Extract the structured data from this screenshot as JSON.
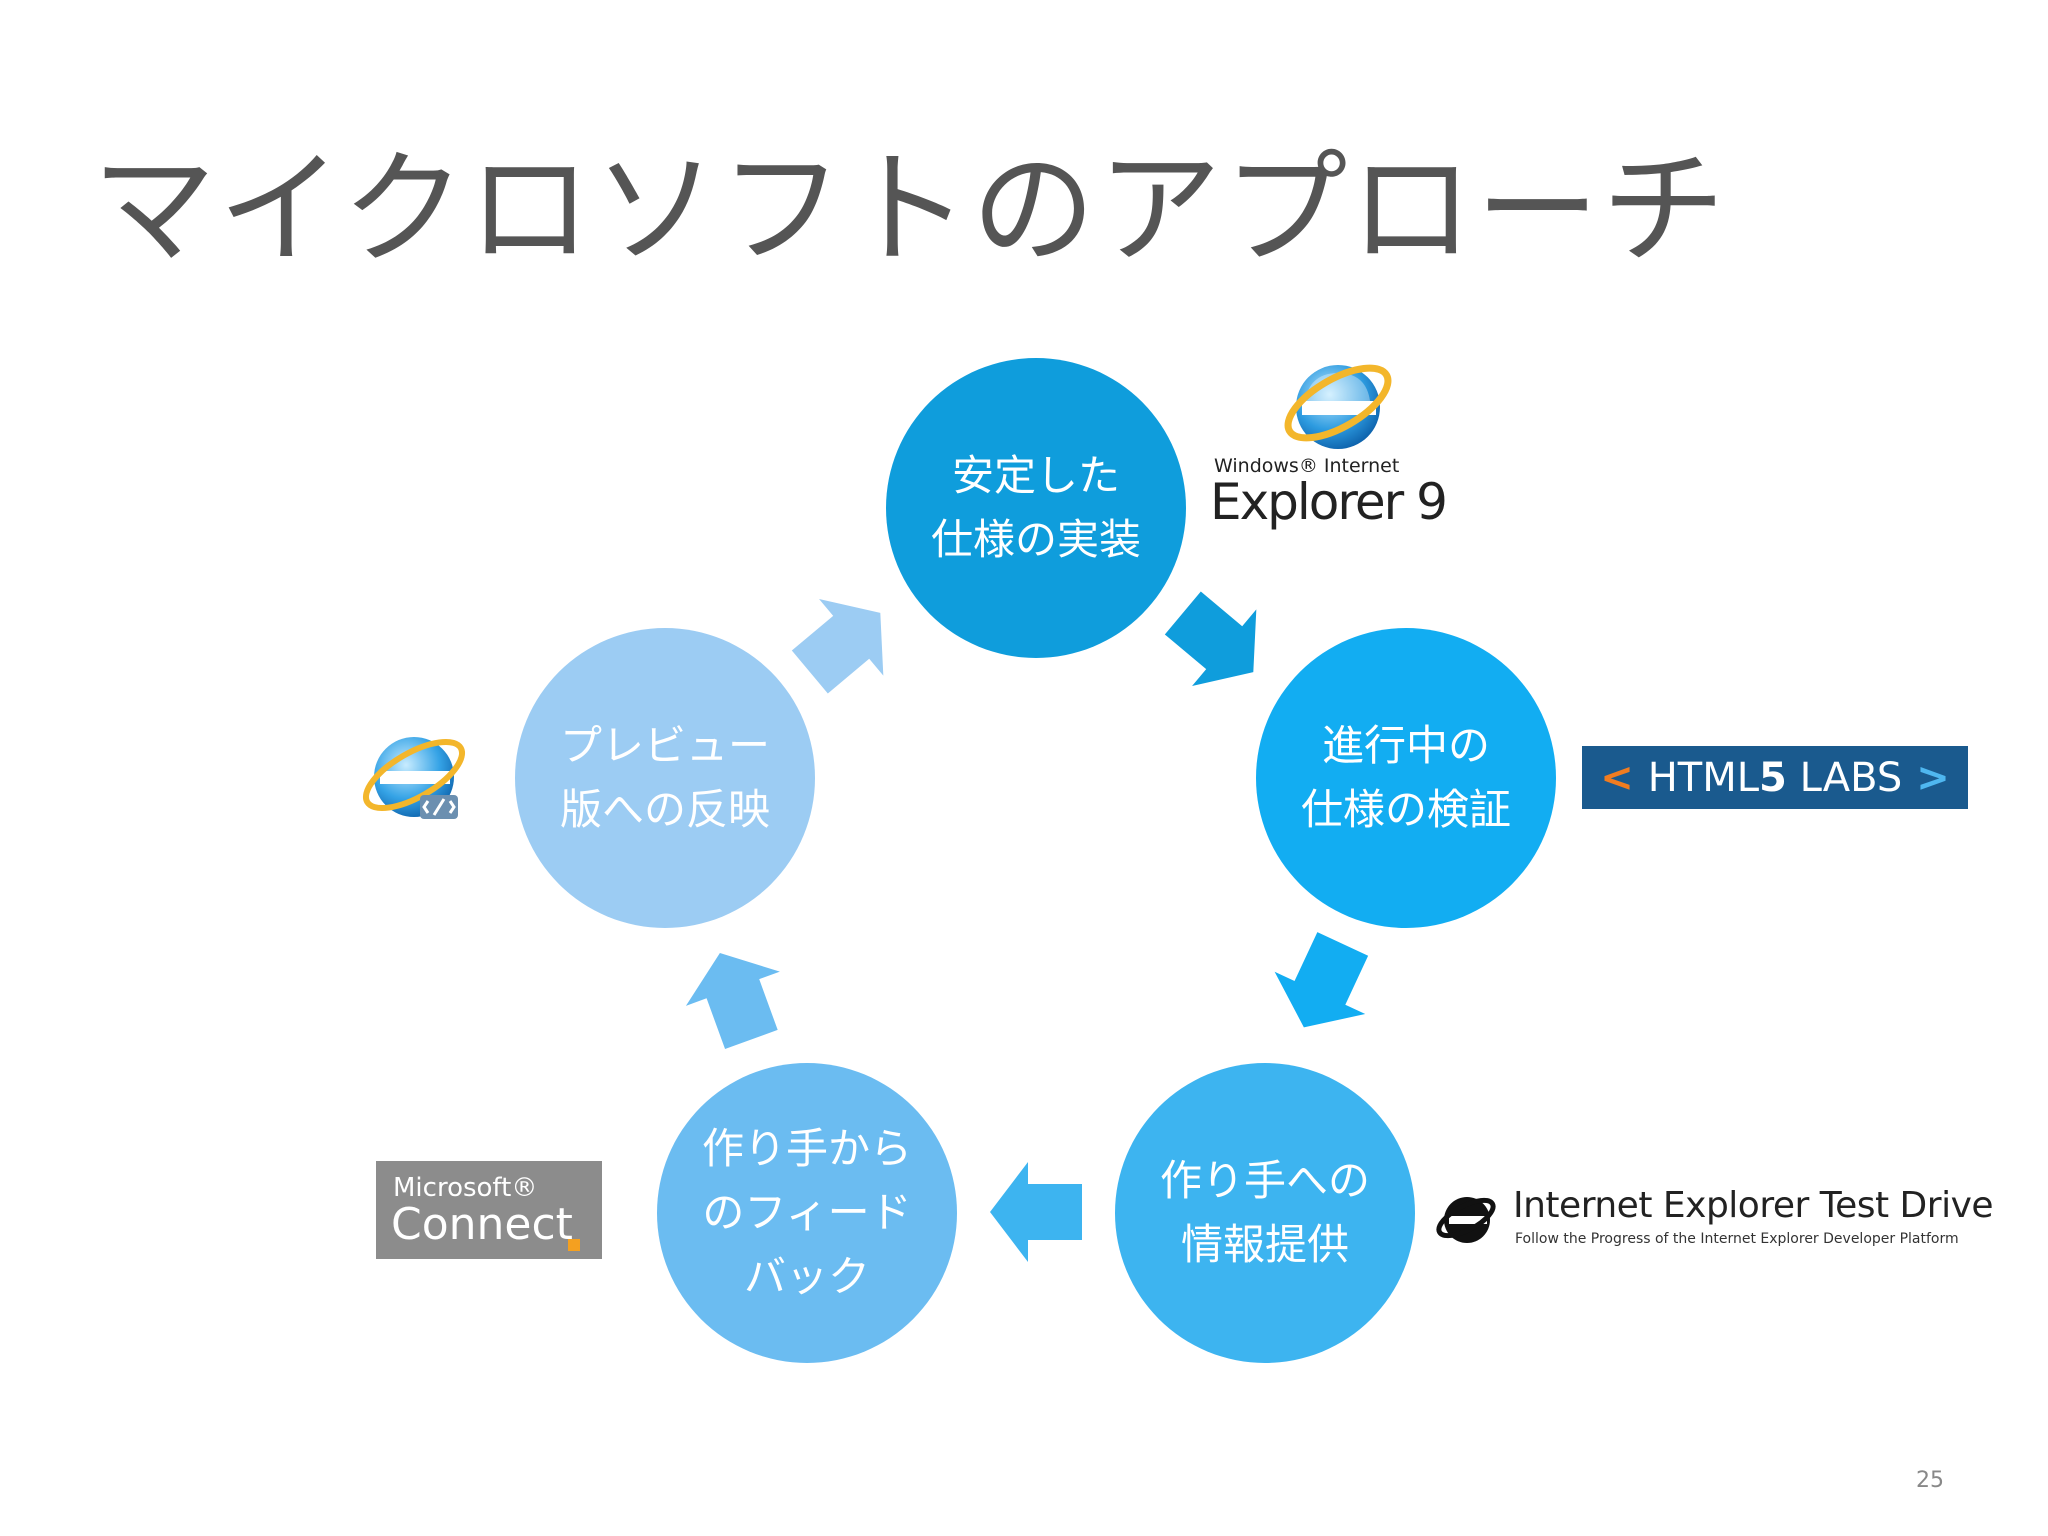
{
  "title": "マイクロソフトのアプローチ",
  "cycle_nodes": [
    {
      "lines": [
        "安定した",
        "仕様の実装"
      ]
    },
    {
      "lines": [
        "進行中の",
        "仕様の検証"
      ]
    },
    {
      "lines": [
        "作り手への",
        "情報提供"
      ]
    },
    {
      "lines": [
        "作り手から",
        "のフィード",
        "バック"
      ]
    },
    {
      "lines": [
        "プレビュー",
        "版への反映"
      ]
    }
  ],
  "logos": {
    "ie9": {
      "line1": "Windows® Internet",
      "line2": "Explorer 9"
    },
    "html5labs": {
      "lt": "<",
      "text": "HTML",
      "five": "5",
      "labs": " LABS",
      "gt": ">"
    },
    "connect": {
      "line1": "Microsoft®",
      "line2": "Connect"
    },
    "testdrive": {
      "title": "Internet Explorer Test Drive",
      "subtitle": "Follow the Progress of the Internet Explorer Developer Platform"
    }
  },
  "colors": {
    "node1": "#0f9ddc",
    "node2": "#12adf2",
    "node3": "#3db4f0",
    "node4": "#6bbcf1",
    "node5": "#9cccf3"
  },
  "page_number": "25"
}
